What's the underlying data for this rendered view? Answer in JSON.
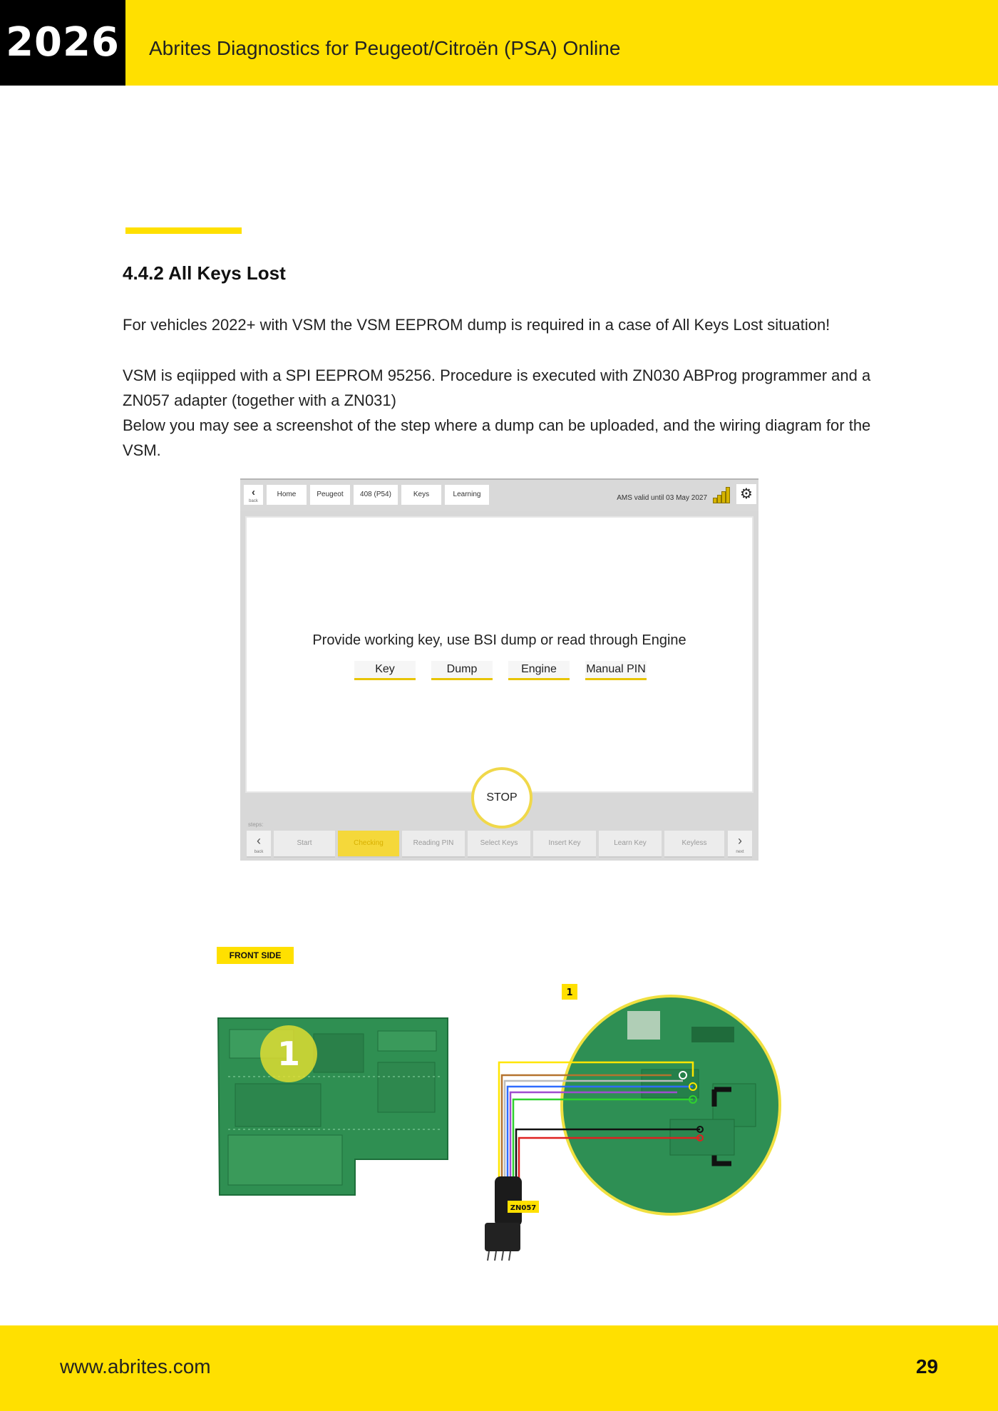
{
  "header": {
    "year": "2026",
    "title": "Abrites Diagnostics for Peugeot/Citroën (PSA) Online"
  },
  "section": {
    "title": "4.4.2 All Keys Lost",
    "paragraph1": "For vehicles 2022+ with VSM the VSM EEPROM dump is required in a case of All Keys Lost situation!",
    "paragraph2": "VSM is eqiipped  with a SPI EEPROM 95256. Procedure is executed with ZN030 ABProg programmer and a ZN057 adapter (together with a ZN031)",
    "paragraph3": "Below you may see a screenshot of the step where a dump can be uploaded, and the wiring diagram for the VSM."
  },
  "screenshot": {
    "back_label": "back",
    "breadcrumbs": [
      "Home",
      "Peugeot",
      "408 (P54)",
      "Keys",
      "Learning"
    ],
    "ams_text": "AMS valid until 03 May 2027",
    "prompt": "Provide working key, use BSI dump or read through Engine",
    "options": [
      "Key",
      "Dump",
      "Engine",
      "Manual PIN"
    ],
    "stop_label": "STOP",
    "steps_label": "steps:",
    "steps": [
      "Start",
      "Checking",
      "Reading PIN",
      "Select Keys",
      "Insert Key",
      "Learn Key",
      "Keyless"
    ],
    "active_step": "Checking",
    "next_label": "next",
    "accent_color": "#ffe000"
  },
  "figure": {
    "front_side_label": "FRONT SIDE",
    "callout_number": "1",
    "adapter_label": "ZN057",
    "wire_colors": [
      "#ffe600",
      "#b5732e",
      "#bdbdbd",
      "#2f6cff",
      "#a04ccf",
      "#2fd12f",
      "#111111",
      "#e02020"
    ]
  },
  "footer": {
    "url": "www.abrites.com",
    "page_number": "29"
  }
}
